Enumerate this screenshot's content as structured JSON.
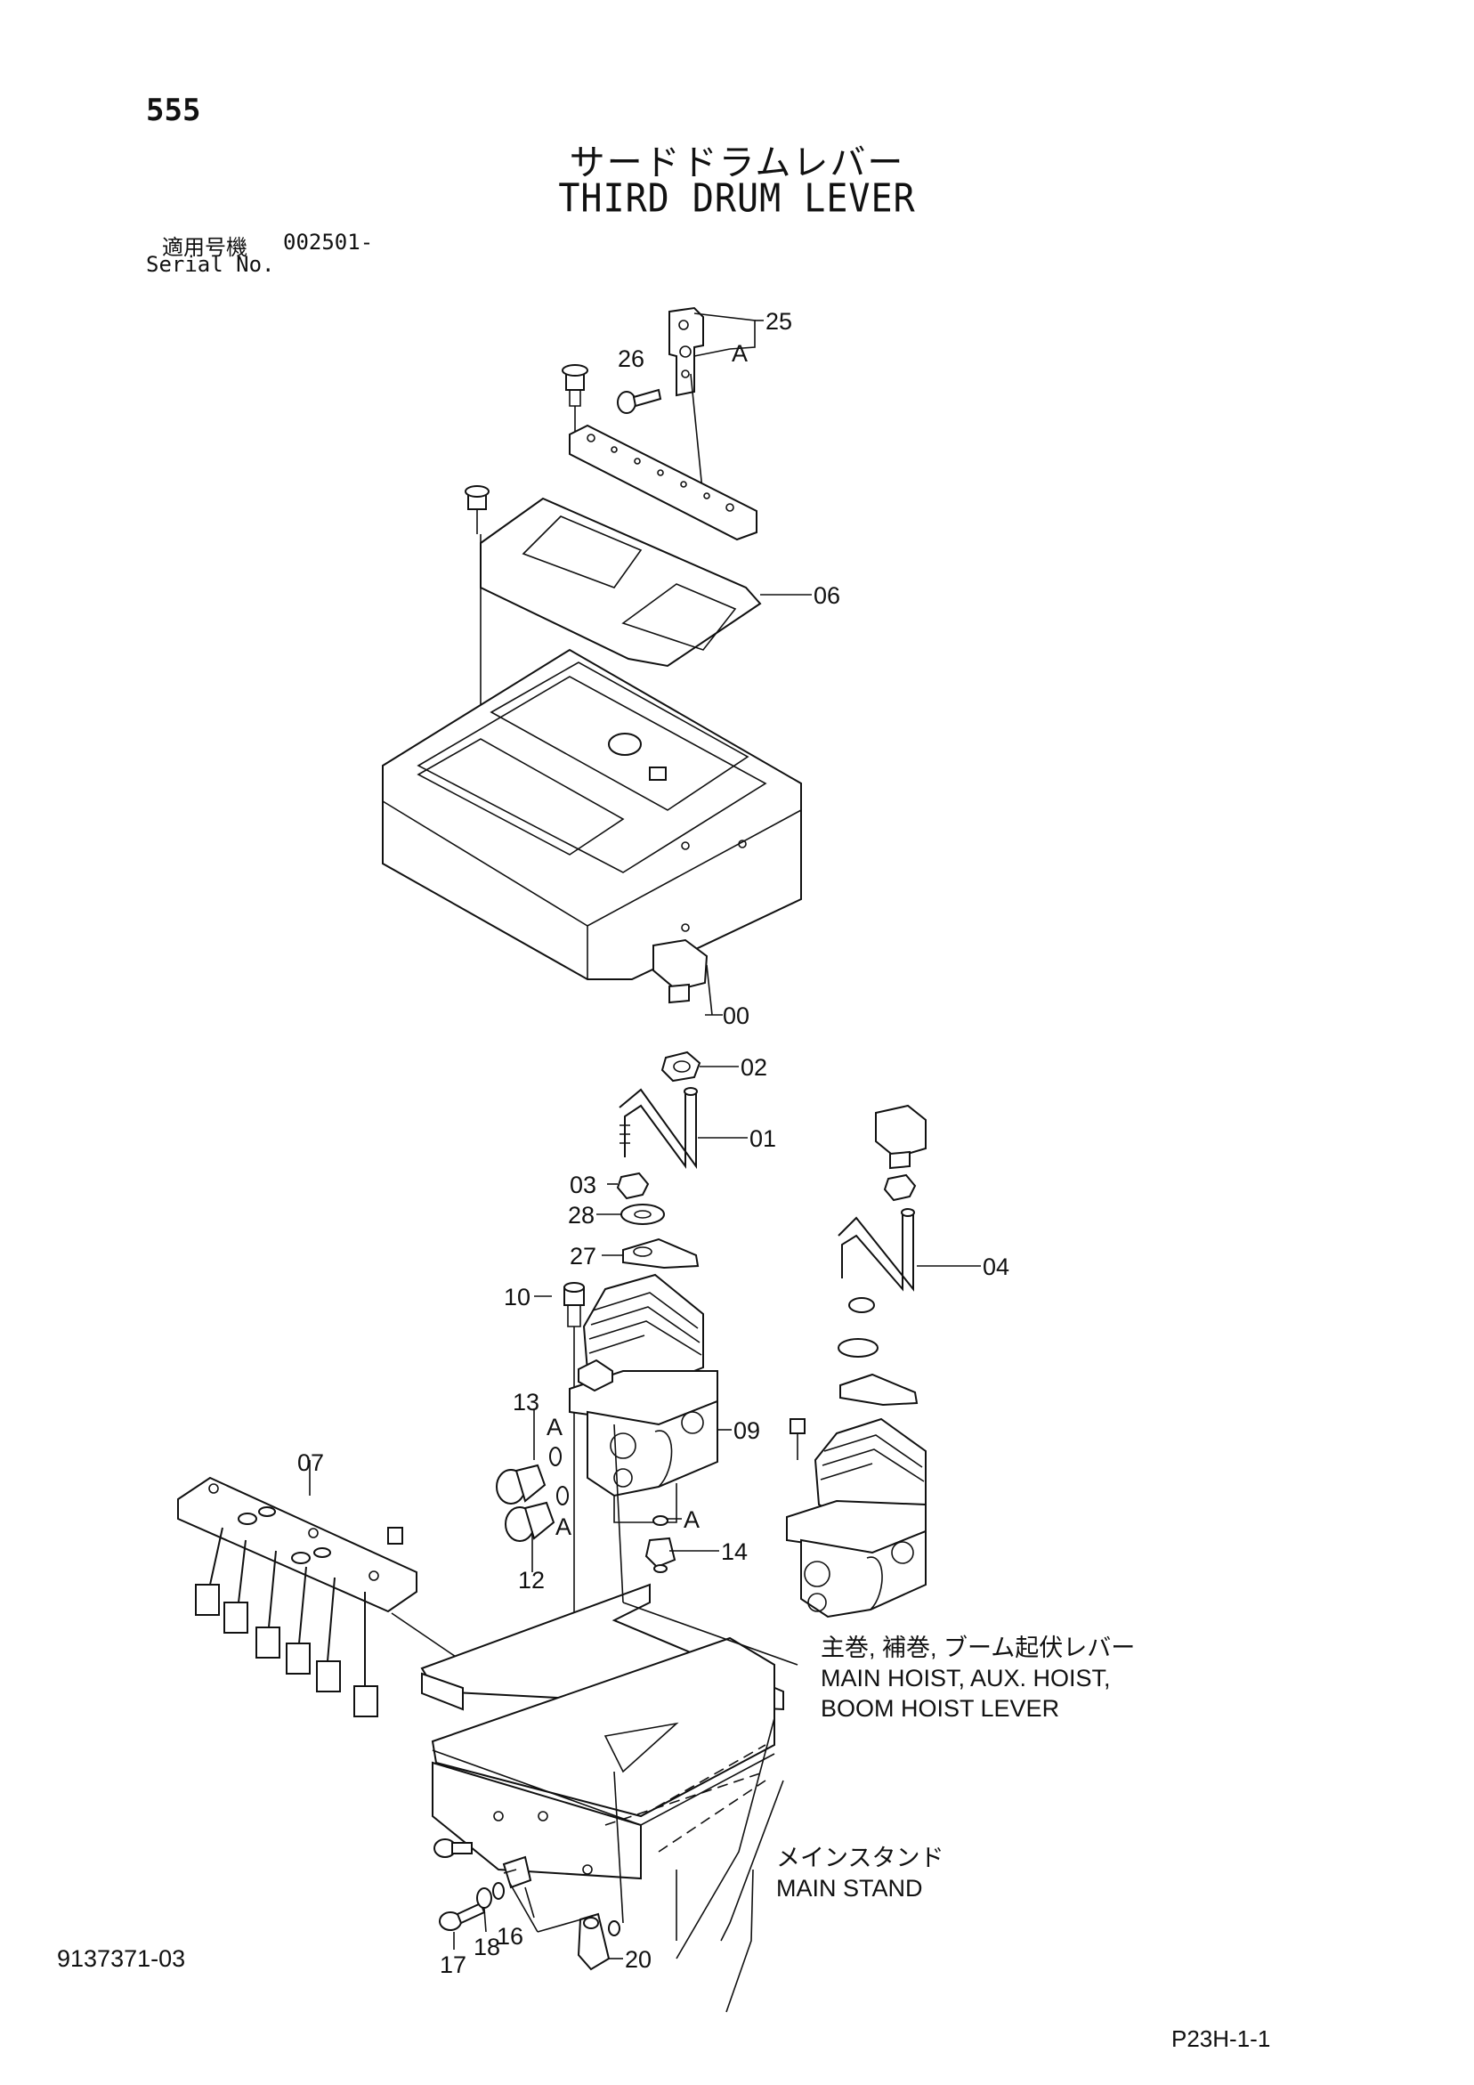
{
  "header": {
    "page_number": "555",
    "title_jp": "サードドラムレバー",
    "title_en": "THIRD DRUM LEVER",
    "serial_label_jp": "適用号機",
    "serial_value": "002501-",
    "serial_label_en": "Serial No."
  },
  "callouts": {
    "c25": "25",
    "c26": "26",
    "cA_top": "A",
    "c06": "06",
    "c00": "00",
    "c02": "02",
    "c01": "01",
    "c03": "03",
    "c28": "28",
    "c27": "27",
    "c04": "04",
    "c10": "10",
    "c13": "13",
    "cA_13": "A",
    "cA_12": "A",
    "c09": "09",
    "c07": "07",
    "c12": "12",
    "cA_14": "A",
    "c14": "14",
    "c16": "16",
    "c17": "17",
    "c18": "18",
    "c20": "20"
  },
  "notes": {
    "lever_jp": "主巻, 補巻, ブーム起伏レバー",
    "lever_en_1": "MAIN HOIST, AUX. HOIST,",
    "lever_en_2": "BOOM HOIST LEVER",
    "stand_jp": "メインスタンド",
    "stand_en": "MAIN STAND"
  },
  "footer": {
    "document_number": "9137371-03",
    "page_reference": "P23H-1-1"
  }
}
